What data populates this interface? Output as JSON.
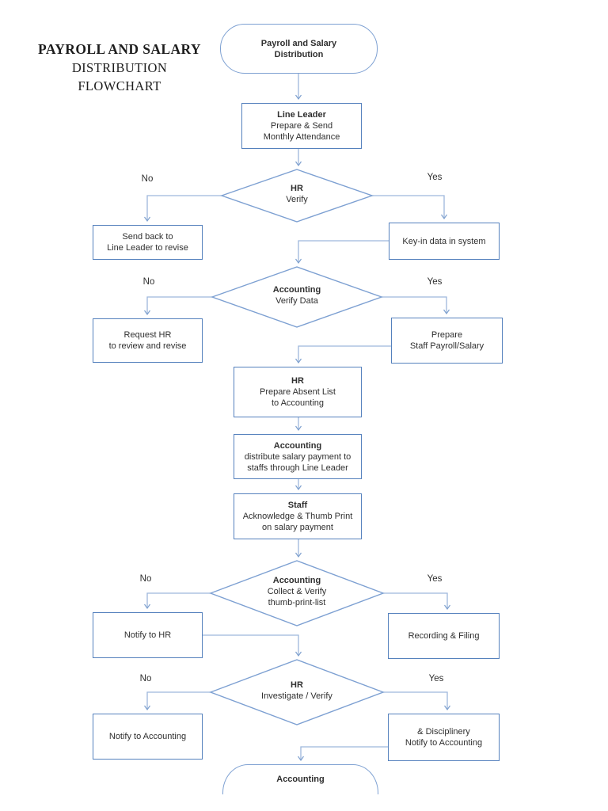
{
  "page_title": {
    "line1": "PAYROLL AND SALARY",
    "line2": "DISTRIBUTION FLOWCHART"
  },
  "edge_labels": {
    "no": "No",
    "yes": "Yes"
  },
  "colors": {
    "box_border": "#5581bd",
    "diamond_border": "#7da0d2",
    "connector": "#9db7dc",
    "text": "#2f2f2f"
  },
  "flowchart": {
    "nodes": {
      "start": {
        "type": "terminator",
        "lines": [
          "Payroll and Salary",
          "Distribution"
        ]
      },
      "line_leader": {
        "type": "process",
        "lines": [
          "Line Leader",
          "Prepare & Send",
          "Monthly Attendance"
        ]
      },
      "hr_verify": {
        "type": "decision",
        "lines": [
          "HR",
          "Verify"
        ]
      },
      "send_back": {
        "type": "process",
        "lines": [
          "Send back to",
          "Line Leader to revise"
        ]
      },
      "key_in": {
        "type": "process",
        "lines": [
          "Key-in data in system"
        ]
      },
      "accounting_verify": {
        "type": "decision",
        "lines": [
          "Accounting",
          "Verify Data"
        ]
      },
      "request_hr": {
        "type": "process",
        "lines": [
          "Request HR",
          "to review and revise"
        ]
      },
      "prepare_payroll": {
        "type": "process",
        "lines": [
          "Prepare",
          "Staff Payroll/Salary"
        ]
      },
      "hr_absent_list": {
        "type": "process",
        "lines": [
          "HR",
          "Prepare Absent List",
          "to Accounting"
        ]
      },
      "accounting_distribute": {
        "type": "process",
        "lines": [
          "Accounting",
          "distribute salary payment to",
          "staffs through Line Leader"
        ]
      },
      "staff_acknowledge": {
        "type": "process",
        "lines": [
          "Staff",
          "Acknowledge & Thumb Print",
          "on salary payment"
        ]
      },
      "accounting_collect": {
        "type": "decision",
        "lines": [
          "Accounting",
          "Collect & Verify",
          "thumb-print-list"
        ]
      },
      "notify_to_hr": {
        "type": "process",
        "lines": [
          "Notify to HR"
        ]
      },
      "recording_filing": {
        "type": "process",
        "lines": [
          "Recording & Filing"
        ]
      },
      "hr_investigate": {
        "type": "decision",
        "lines": [
          "HR",
          "Investigate / Verify"
        ]
      },
      "notify_to_accounting": {
        "type": "process",
        "lines": [
          "Notify to Accounting"
        ]
      },
      "disciplinery_notify": {
        "type": "process",
        "lines": [
          "& Disciplinery",
          "Notify to Accounting"
        ]
      },
      "end": {
        "type": "terminator",
        "lines": [
          "Accounting"
        ]
      }
    }
  }
}
